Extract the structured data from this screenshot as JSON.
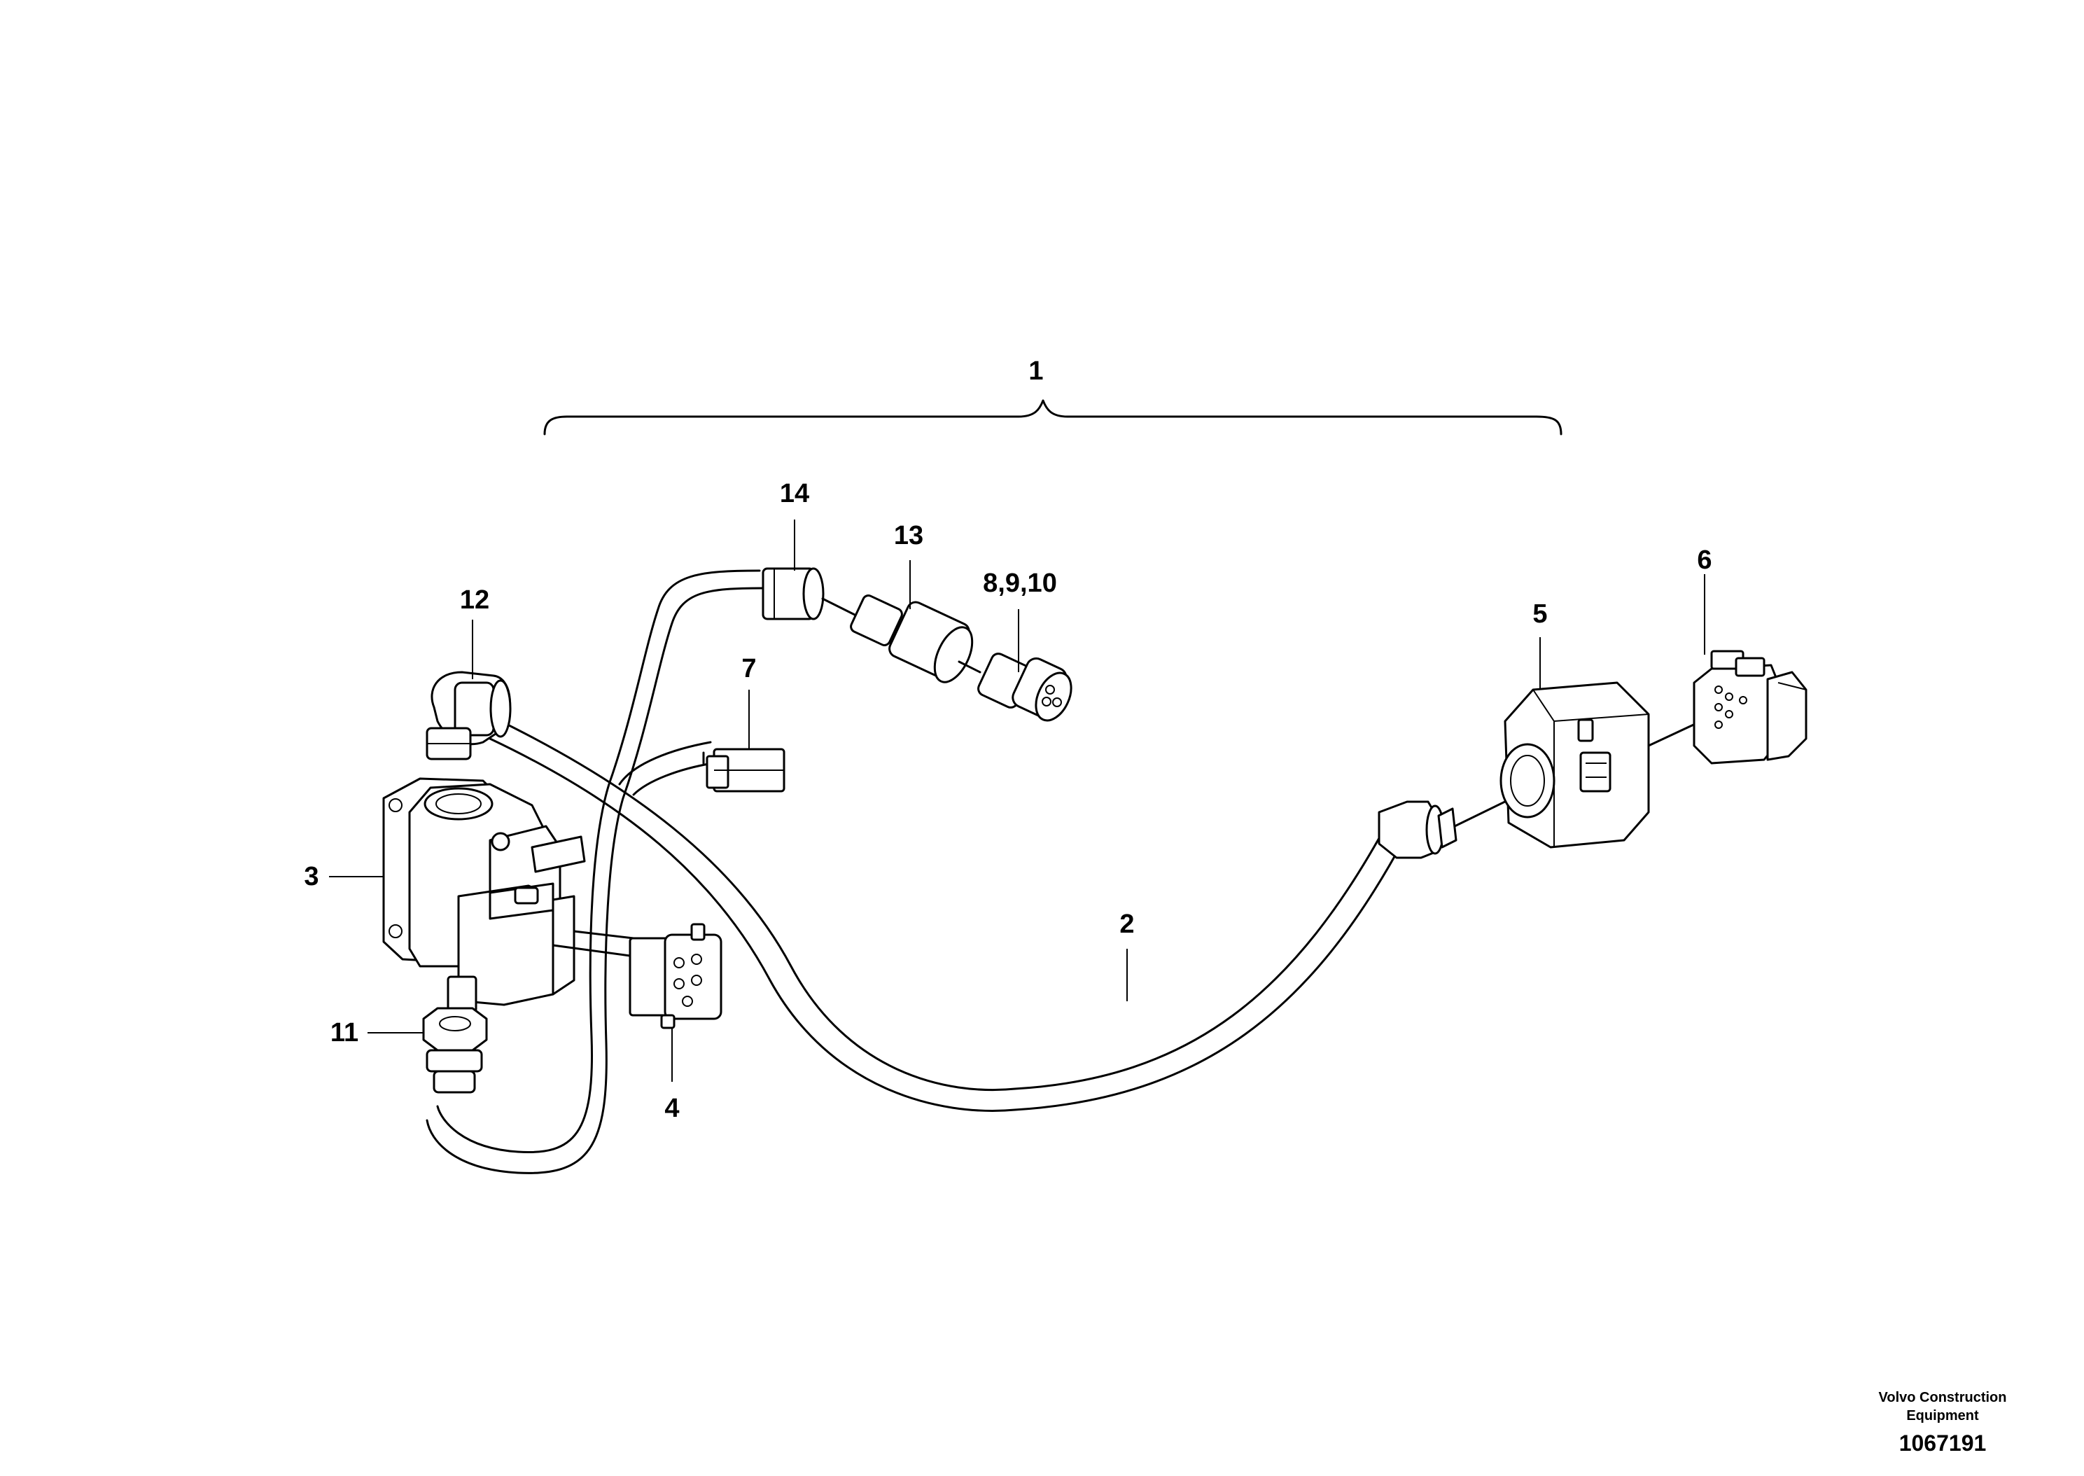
{
  "callouts": {
    "c1": "1",
    "c2": "2",
    "c3": "3",
    "c4": "4",
    "c5": "5",
    "c6": "6",
    "c7": "7",
    "c8_9_10": "8,9,10",
    "c11": "11",
    "c12": "12",
    "c13": "13",
    "c14": "14"
  },
  "footer": {
    "brand_line1": "Volvo Construction",
    "brand_line2": "Equipment",
    "drawing_number": "1067191"
  }
}
